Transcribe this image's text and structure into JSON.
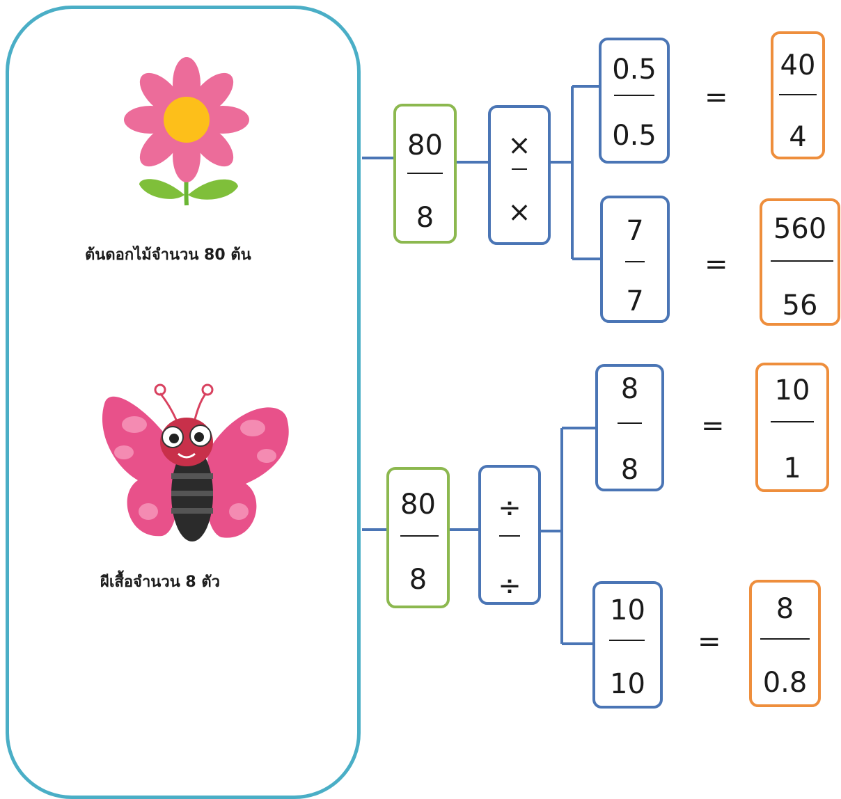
{
  "flower_caption": "ต้นดอกไม้จำนวน 80 ต้น",
  "butterfly_caption": "ผีเสื้อจำนวน 8 ตัว",
  "top": {
    "base": {
      "num": "80",
      "den": "8"
    },
    "op": {
      "num": "×",
      "den": "×"
    },
    "branch1": {
      "num": "0.5",
      "den": "0.5",
      "eq": "=",
      "result_num": "40",
      "result_den": "4"
    },
    "branch2": {
      "num": "7",
      "den": "7",
      "eq": "=",
      "result_num": "560",
      "result_den": "56"
    }
  },
  "bottom": {
    "base": {
      "num": "80",
      "den": "8"
    },
    "op": {
      "num": "÷",
      "den": "÷"
    },
    "branch1": {
      "num": "8",
      "den": "8",
      "eq": "=",
      "result_num": "10",
      "result_den": "1"
    },
    "branch2": {
      "num": "10",
      "den": "10",
      "eq": "=",
      "result_num": "8",
      "result_den": "0.8"
    }
  },
  "colors": {
    "panel": "#4aaec6",
    "base_box": "#8cb84f",
    "op_box": "#4a75b5",
    "result_box": "#ee8e3c",
    "connector": "#4a75b5"
  }
}
